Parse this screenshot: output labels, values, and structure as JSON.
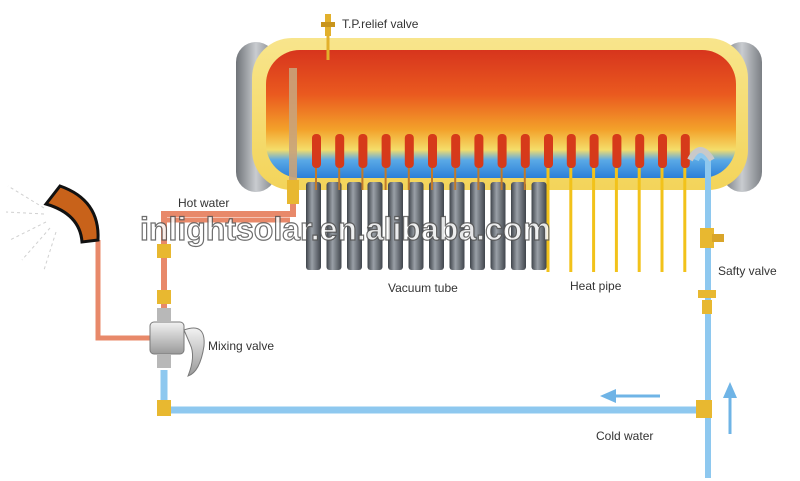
{
  "labels": {
    "tp_relief_valve": "T.P.relief valve",
    "hot_water": "Hot water",
    "mixing_valve": "Mixing valve",
    "vacuum_tube": "Vacuum tube",
    "heat_pipe": "Heat pipe",
    "safety_valve": "Safty valve",
    "cold_water": "Cold water"
  },
  "watermark": "inlightsolar.en.alibaba.com",
  "colors": {
    "tank_shell": "#f6dc6a",
    "tank_hot": "#e8461e",
    "tank_warm": "#f39a22",
    "tank_cool": "#3d8fe0",
    "end_cap": "#8b8f94",
    "hot_pipe": "#e8896a",
    "cold_pipe": "#8ec8ef",
    "vacuum_tube": "#555a61",
    "heat_pipe": "#f2c21a",
    "bulb": "#d63a1a",
    "brass": "#e8b830",
    "flow_arrow": "#6fb4e6"
  },
  "tubes": {
    "vacuum_count": 12,
    "heatpipe_count": 7
  }
}
